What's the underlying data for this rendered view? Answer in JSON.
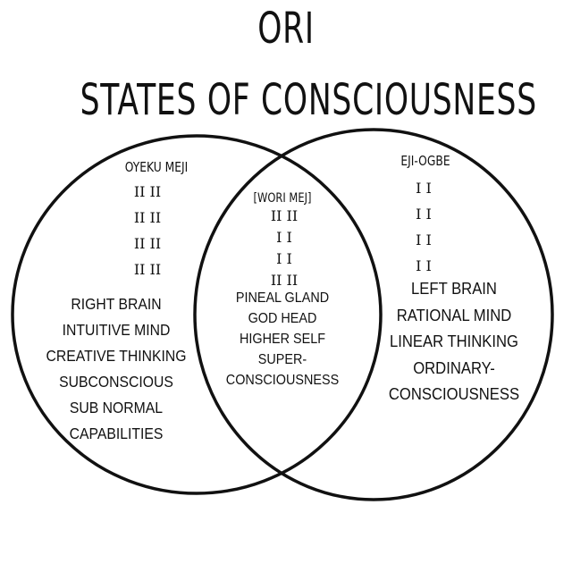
{
  "title_line_1": "ORI",
  "title_line_2": "STATES OF CONSCIOUSNESS",
  "colors": {
    "stroke": "#111111",
    "background": "#ffffff",
    "text": "#111111"
  },
  "left": {
    "name": "OYEKU MEJI",
    "marks": [
      "II II",
      "II II",
      "II II",
      "II II"
    ],
    "traits": [
      "RIGHT BRAIN",
      "INTUITIVE MIND",
      "CREATIVE THINKING",
      "SUBCONSCIOUS",
      "SUB NORMAL",
      "CAPABILITIES"
    ]
  },
  "center": {
    "name": "[WORI MEJ]",
    "marks": [
      "II II",
      "I I",
      "I I",
      "II II"
    ],
    "traits": [
      "PINEAL GLAND",
      "GOD HEAD",
      "HIGHER SELF",
      "SUPER-",
      "CONSCIOUSNESS"
    ]
  },
  "right": {
    "name": "EJI-OGBE",
    "marks": [
      "I I",
      "I I",
      "I I",
      "I I"
    ],
    "traits": [
      "LEFT BRAIN",
      "RATIONAL MIND",
      "LINEAR THINKING",
      "ORDINARY-",
      "CONSCIOUSNESS"
    ]
  }
}
